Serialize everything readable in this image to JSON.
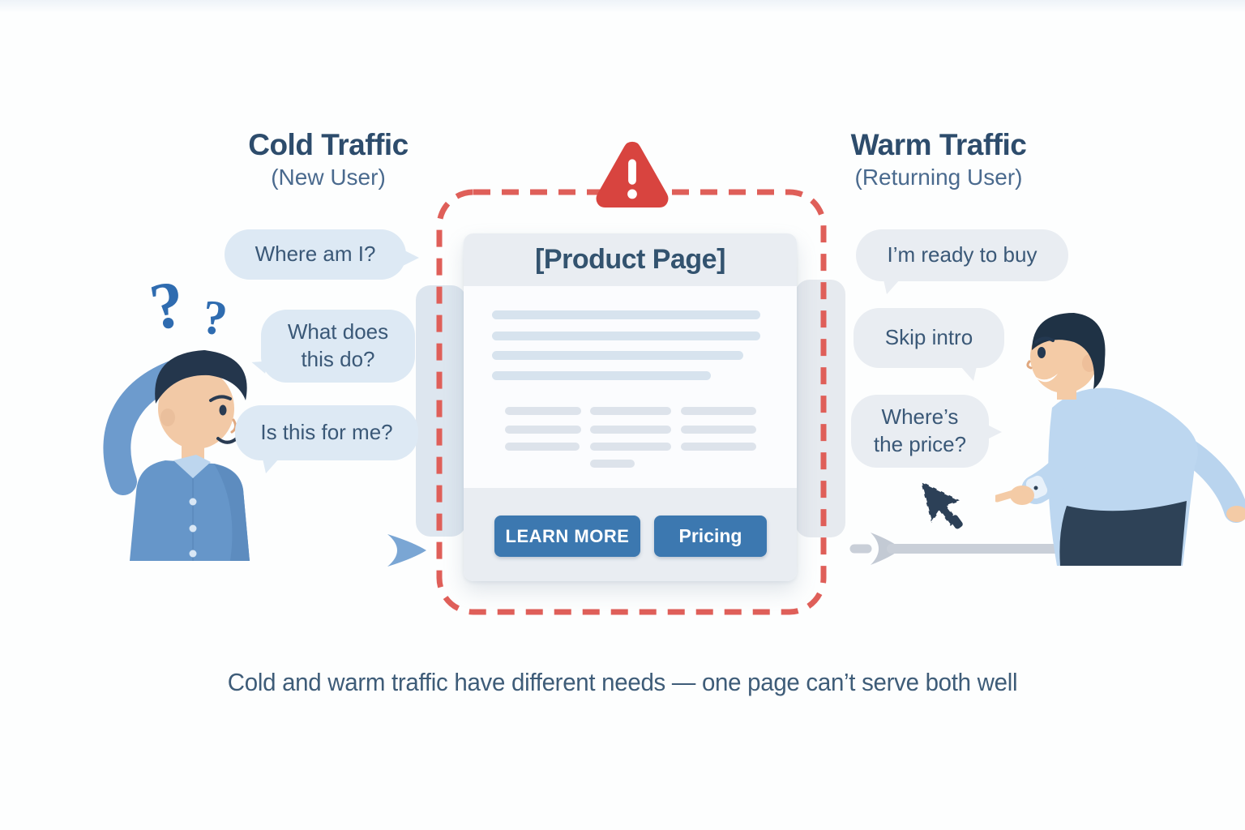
{
  "cold_side": {
    "title": "Cold Traffic",
    "subtitle": "(New User)",
    "bubbles": [
      "Where am I?",
      "What does this do?",
      "Is this for me?"
    ],
    "question_marks": [
      "?",
      "?"
    ]
  },
  "warm_side": {
    "title": "Warm Traffic",
    "subtitle": "(Returning User)",
    "bubbles": [
      "I’m ready to buy",
      "Skip intro",
      "Where’s the price?"
    ]
  },
  "product_page": {
    "title": "[Product Page]",
    "buttons": [
      {
        "label": "LEARN MORE"
      },
      {
        "label": "Pricing"
      }
    ]
  },
  "caption": "Cold and warm traffic have different needs — one page can’t serve both well",
  "colors": {
    "dashed_border_red": "#df5f59",
    "warning_red": "#d8443f",
    "button_blue": "#3c78b0",
    "heading_dark_blue": "#2d4c6c",
    "subtitle_blue": "#4a6a8e",
    "cold_bubble_bg": "#dde9f4",
    "warm_bubble_bg": "#e9edf2",
    "bubble_text": "#3a5877"
  }
}
